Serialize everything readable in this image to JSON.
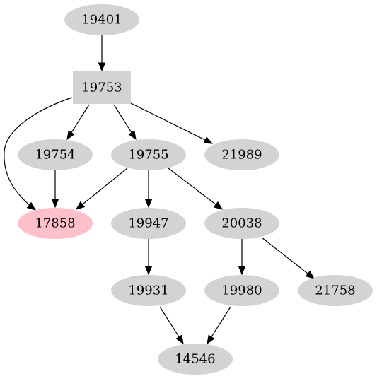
{
  "graph": {
    "nodes": [
      {
        "id": "19401",
        "label": "19401",
        "shape": "ellipse",
        "color": "#d3d3d3"
      },
      {
        "id": "19753",
        "label": "19753",
        "shape": "box",
        "color": "#d3d3d3"
      },
      {
        "id": "19754",
        "label": "19754",
        "shape": "ellipse",
        "color": "#d3d3d3"
      },
      {
        "id": "19755",
        "label": "19755",
        "shape": "ellipse",
        "color": "#d3d3d3"
      },
      {
        "id": "21989",
        "label": "21989",
        "shape": "ellipse",
        "color": "#d3d3d3"
      },
      {
        "id": "17858",
        "label": "17858",
        "shape": "ellipse",
        "color": "#ffc0cb"
      },
      {
        "id": "19947",
        "label": "19947",
        "shape": "ellipse",
        "color": "#d3d3d3"
      },
      {
        "id": "20038",
        "label": "20038",
        "shape": "ellipse",
        "color": "#d3d3d3"
      },
      {
        "id": "19931",
        "label": "19931",
        "shape": "ellipse",
        "color": "#d3d3d3"
      },
      {
        "id": "19980",
        "label": "19980",
        "shape": "ellipse",
        "color": "#d3d3d3"
      },
      {
        "id": "21758",
        "label": "21758",
        "shape": "ellipse",
        "color": "#d3d3d3"
      },
      {
        "id": "14546",
        "label": "14546",
        "shape": "ellipse",
        "color": "#d3d3d3"
      }
    ],
    "edges": [
      {
        "from": "19401",
        "to": "19753"
      },
      {
        "from": "19753",
        "to": "19754"
      },
      {
        "from": "19753",
        "to": "19755"
      },
      {
        "from": "19753",
        "to": "21989"
      },
      {
        "from": "19753",
        "to": "17858"
      },
      {
        "from": "19754",
        "to": "17858"
      },
      {
        "from": "19755",
        "to": "17858"
      },
      {
        "from": "19755",
        "to": "19947"
      },
      {
        "from": "19755",
        "to": "20038"
      },
      {
        "from": "19947",
        "to": "19931"
      },
      {
        "from": "20038",
        "to": "19980"
      },
      {
        "from": "20038",
        "to": "21758"
      },
      {
        "from": "19931",
        "to": "14546"
      },
      {
        "from": "19980",
        "to": "14546"
      }
    ]
  }
}
